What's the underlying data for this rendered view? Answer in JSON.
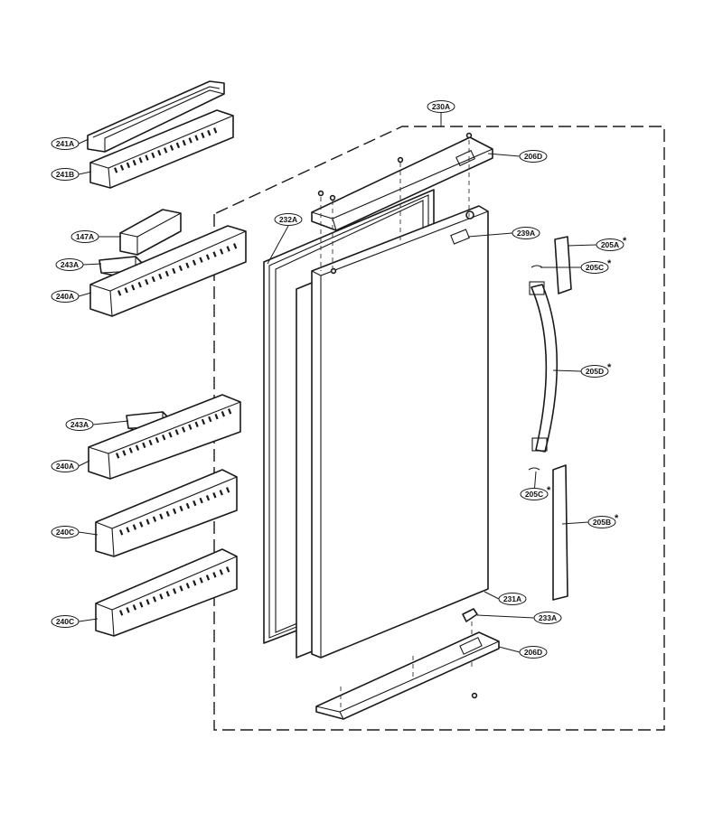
{
  "labels": {
    "l241A": "241A",
    "l241B": "241B",
    "l147A": "147A",
    "l243A_top": "243A",
    "l240A_top": "240A",
    "l243A_mid": "243A",
    "l240A_mid": "240A",
    "l240C_a": "240C",
    "l240C_b": "240C",
    "l230A": "230A",
    "l206D_top": "206D",
    "l232A": "232A",
    "l239A": "239A",
    "l205A": "205A",
    "l205C_top": "205C",
    "l205D": "205D",
    "l205C_bot": "205C",
    "l205B": "205B",
    "l231A": "231A",
    "l233A": "233A",
    "l206D_bot": "206D"
  },
  "asterisk": "*"
}
